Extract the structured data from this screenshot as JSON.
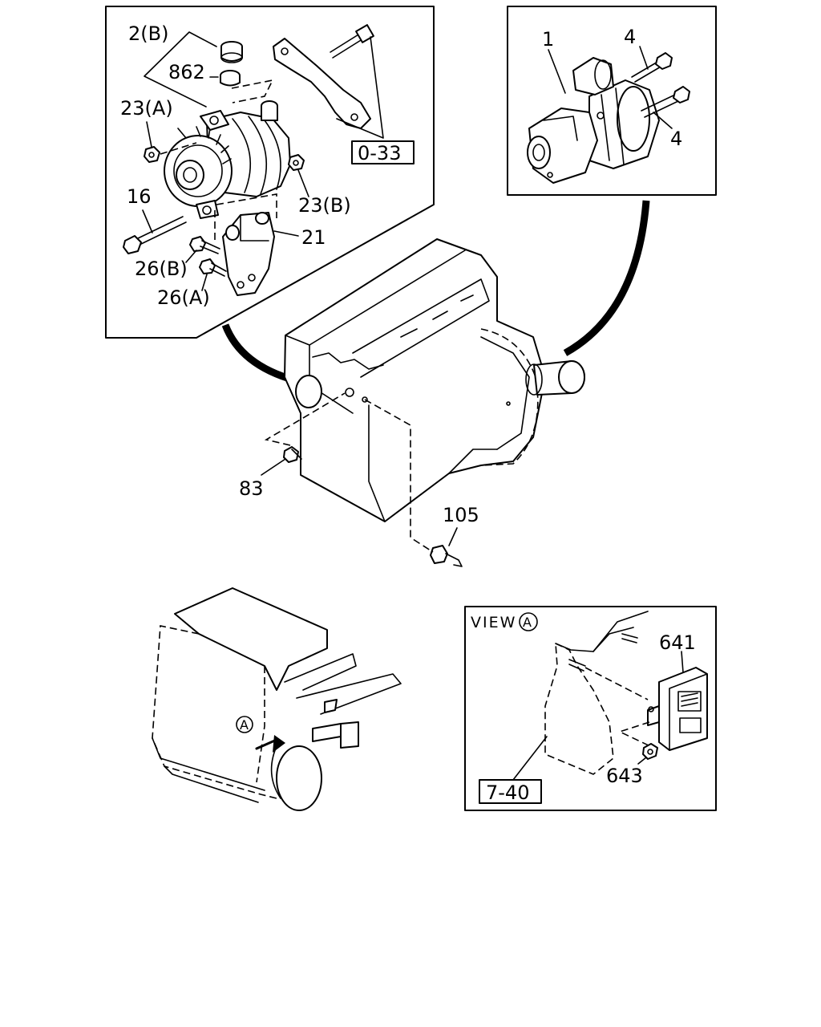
{
  "callouts": {
    "alternator": {
      "c_2b": "2(B)",
      "c_862": "862",
      "c_23a": "23(A)",
      "c_16": "16",
      "c_26b": "26(B)",
      "c_26a": "26(A)",
      "c_21": "21",
      "c_23b": "23(B)",
      "ref_033": "0-33"
    },
    "starter": {
      "c_1": "1",
      "c_4_top": "4",
      "c_4_bottom": "4"
    },
    "engine": {
      "c_83": "83",
      "c_105": "105"
    },
    "view_a": {
      "title": "VIEW",
      "marker": "A",
      "c_641": "641",
      "c_643": "643",
      "ref_740": "7-40"
    },
    "truck": {
      "marker": "A"
    }
  }
}
